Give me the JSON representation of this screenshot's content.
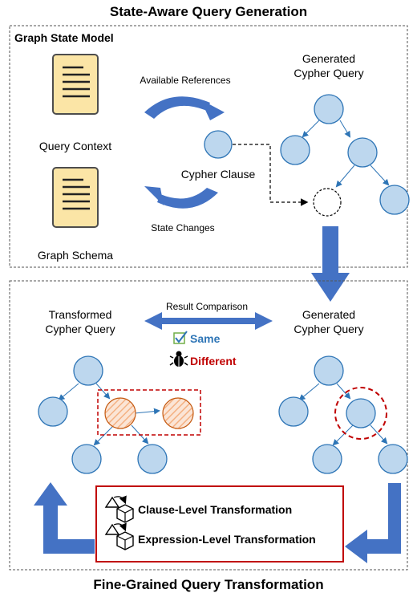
{
  "top_title": "State-Aware Query Generation",
  "bottom_title": "Fine-Grained Query Transformation",
  "graph_state_model": "Graph State Model",
  "query_context": "Query Context",
  "graph_schema": "Graph Schema",
  "available_references": "Available References",
  "state_changes": "State Changes",
  "cypher_clause": "Cypher Clause",
  "generated_query_top": [
    "Generated",
    "Cypher Query"
  ],
  "generated_query_bottom": [
    "Generated",
    "Cypher Query"
  ],
  "transformed_query": [
    "Transformed",
    "Cypher Query"
  ],
  "result_comparison": "Result Comparison",
  "same": "Same",
  "different": "Different",
  "clause_level": "Clause-Level Transformation",
  "expression_level": "Expression-Level Transformation",
  "colors": {
    "node_fill": "#bdd7ee",
    "node_stroke": "#2e75b6",
    "arrow_blue": "#4472c4",
    "doc_fill": "#fbe5a6",
    "doc_stroke": "#4d4d4d",
    "highlight_red": "#c00000",
    "hatch_orange": "#f4b183",
    "same_blue": "#2e75b6",
    "different_red": "#c00000"
  }
}
